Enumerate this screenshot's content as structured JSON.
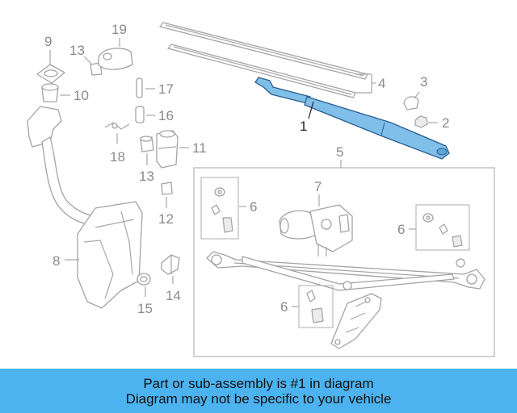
{
  "callouts": {
    "c1": "1",
    "c2": "2",
    "c3": "3",
    "c4": "4",
    "c5": "5",
    "c6a": "6",
    "c6b": "6",
    "c6c": "6",
    "c7": "7",
    "c8": "8",
    "c9": "9",
    "c10": "10",
    "c11": "11",
    "c12": "12",
    "c13a": "13",
    "c13b": "13",
    "c14": "14",
    "c15": "15",
    "c16": "16",
    "c17": "17",
    "c18": "18",
    "c19": "19"
  },
  "highlight": {
    "part": "1",
    "color": "#7fbfe9"
  },
  "banner": {
    "line1": "Part or sub-assembly is #1 in diagram",
    "line2": "Diagram may not be specific to your vehicle",
    "color": "#4db3f0"
  }
}
